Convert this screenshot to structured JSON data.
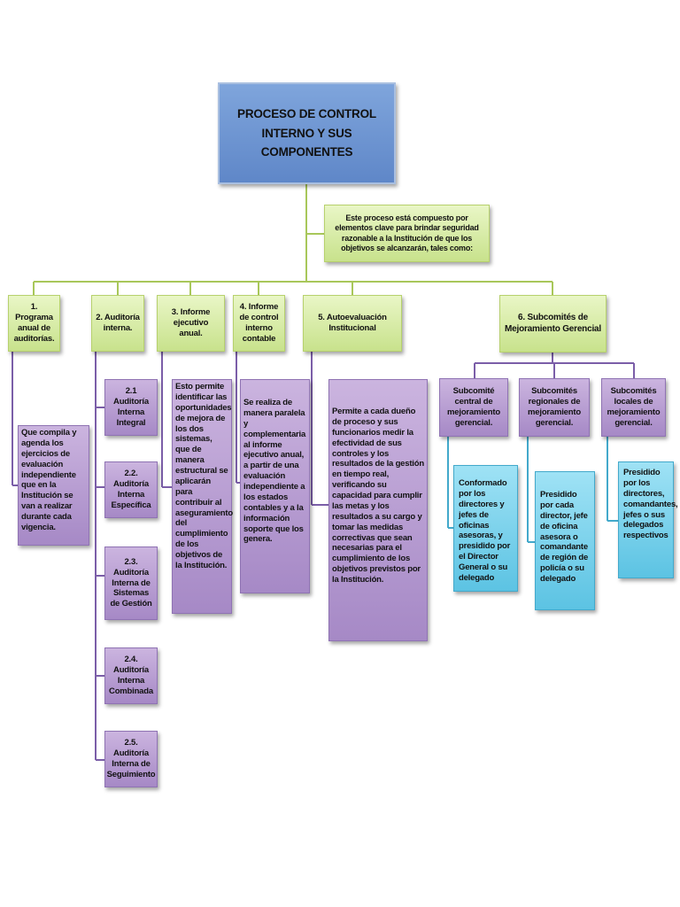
{
  "diagram": {
    "title": "PROCESO  DE  CONTROL  INTERNO  Y  SUS  COMPONENTES",
    "intro": "Este proceso está compuesto por elementos clave para brindar seguridad razonable a la Institución de que los objetivos se alcanzarán, tales como:",
    "components": [
      {
        "label": "1. Programa anual de auditorías.",
        "description": "Que compila y agenda los ejercicios de evaluación independiente que en la Institución se van a realizar durante cada vigencia."
      },
      {
        "label": "2. Auditoría interna.",
        "subitems": [
          "2.1 Auditoría Interna Integral",
          "2.2. Auditoría Interna Específica",
          "2.3. Auditoría Interna de Sistemas de Gestión",
          "2.4. Auditoría Interna Combinada",
          "2.5. Auditoría Interna de Seguimiento"
        ]
      },
      {
        "label": "3.  Informe ejecutivo anual.",
        "description": "Esto permite identificar las oportunidades de mejora de los dos sistemas, que de manera estructural se aplicarán para contribuir al aseguramiento del cumplimiento de los objetivos de la Institución."
      },
      {
        "label": "4. Informe de control interno contable",
        "description": "Se realiza de manera paralela y complementaria al informe ejecutivo anual, a partir de una evaluación independiente a los estados contables y a la información soporte que los genera."
      },
      {
        "label": "5. Autoevaluación Institucional",
        "description": "Permite a cada dueño de proceso y sus funcionarios medir la efectividad de sus controles y los resultados de la gestión en tiempo real, verificando su  capacidad para cumplir las metas y los resultados a su cargo y tomar las medidas correctivas que sean necesarias para el cumplimiento de los objetivos previstos por la Institución."
      },
      {
        "label": "6.  Subcomités  de  Mejoramiento Gerencial",
        "subcommittees": [
          {
            "label": "Subcomité central de mejoramiento gerencial.",
            "description": "Conformado por los directores y jefes de oficinas asesoras, y presidido por el Director General o su delegado"
          },
          {
            "label": "Subcomités regionales de mejoramiento gerencial.",
            "description": "Presidido por cada director, jefe de oficina asesora  o comandante  de región de policía  o  su  delegado"
          },
          {
            "label": "Subcomités locales de mejoramiento gerencial.",
            "description": "Presidido por los directores, comandantes, jefes o sus delegados respectivos"
          }
        ]
      }
    ]
  }
}
